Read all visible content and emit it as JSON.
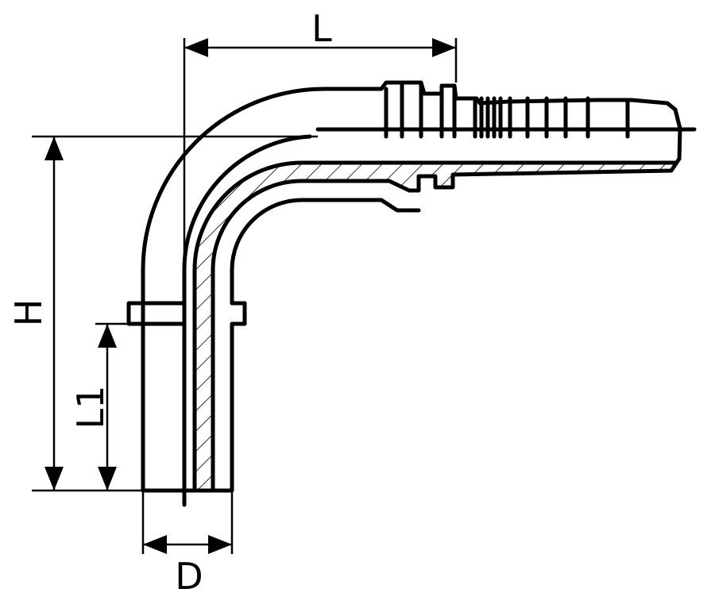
{
  "labels": {
    "length": "L",
    "height": "H",
    "socket_length": "L1",
    "diameter": "D"
  },
  "colors": {
    "line": "#000000",
    "background": "#ffffff"
  }
}
